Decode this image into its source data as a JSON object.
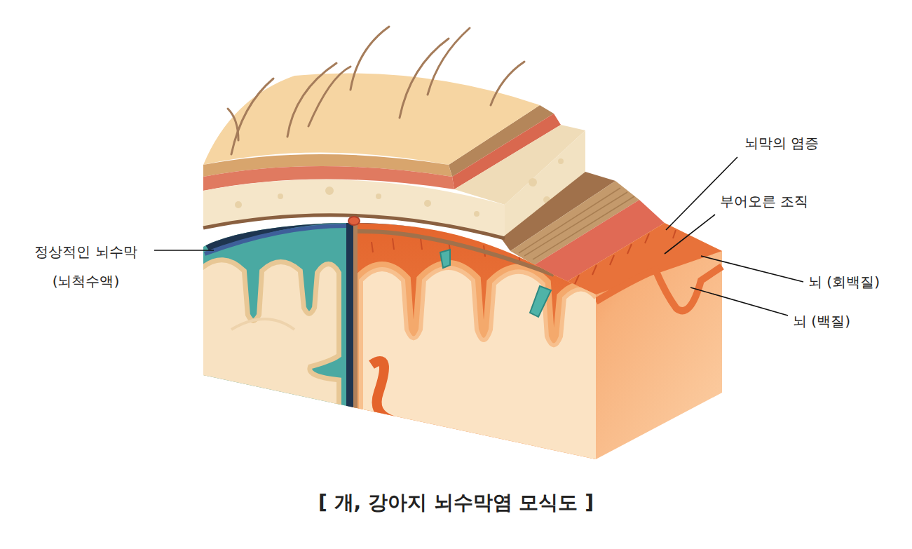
{
  "diagram": {
    "caption": "[ 개, 강아지 뇌수막염 모식도 ]",
    "labels": [
      "정상적인 뇌수막 (뇌척수액)",
      "뇌막의 염증",
      "부어오른 조직",
      "뇌 (회백질)",
      "뇌 (백질)"
    ]
  }
}
